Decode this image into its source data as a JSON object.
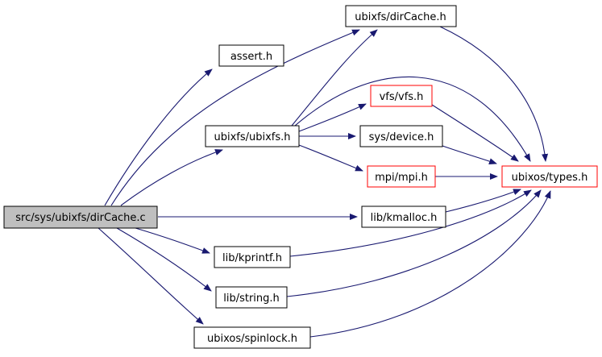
{
  "diagram": {
    "kind": "include-dependency-graph",
    "colors": {
      "edge": "#191970",
      "border": "#000000",
      "highlight": "#ff0000",
      "root_fill": "#bfbfbf",
      "fill": "#ffffff",
      "text": "#000000",
      "bg": "#ffffff"
    },
    "nodes": [
      {
        "id": "dircache_c",
        "label": "src/sys/ubixfs/dirCache.c",
        "style": "root"
      },
      {
        "id": "assert_h",
        "label": "assert.h",
        "style": "normal"
      },
      {
        "id": "dircache_h",
        "label": "ubixfs/dirCache.h",
        "style": "normal"
      },
      {
        "id": "vfs_h",
        "label": "vfs/vfs.h",
        "style": "highlight"
      },
      {
        "id": "ubixfs_h",
        "label": "ubixfs/ubixfs.h",
        "style": "normal"
      },
      {
        "id": "device_h",
        "label": "sys/device.h",
        "style": "normal"
      },
      {
        "id": "mpi_h",
        "label": "mpi/mpi.h",
        "style": "highlight"
      },
      {
        "id": "types_h",
        "label": "ubixos/types.h",
        "style": "highlight"
      },
      {
        "id": "kmalloc_h",
        "label": "lib/kmalloc.h",
        "style": "normal"
      },
      {
        "id": "kprintf_h",
        "label": "lib/kprintf.h",
        "style": "normal"
      },
      {
        "id": "string_h",
        "label": "lib/string.h",
        "style": "normal"
      },
      {
        "id": "spinlock_h",
        "label": "ubixos/spinlock.h",
        "style": "normal"
      }
    ],
    "edges": [
      {
        "from": "dircache_c",
        "to": "assert_h"
      },
      {
        "from": "dircache_c",
        "to": "dircache_h"
      },
      {
        "from": "dircache_c",
        "to": "ubixfs_h"
      },
      {
        "from": "dircache_c",
        "to": "kmalloc_h"
      },
      {
        "from": "dircache_c",
        "to": "kprintf_h"
      },
      {
        "from": "dircache_c",
        "to": "string_h"
      },
      {
        "from": "dircache_c",
        "to": "spinlock_h"
      },
      {
        "from": "ubixfs_h",
        "to": "dircache_h"
      },
      {
        "from": "ubixfs_h",
        "to": "vfs_h"
      },
      {
        "from": "ubixfs_h",
        "to": "device_h"
      },
      {
        "from": "ubixfs_h",
        "to": "mpi_h"
      },
      {
        "from": "ubixfs_h",
        "to": "types_h"
      },
      {
        "from": "dircache_h",
        "to": "types_h"
      },
      {
        "from": "vfs_h",
        "to": "types_h"
      },
      {
        "from": "device_h",
        "to": "types_h"
      },
      {
        "from": "mpi_h",
        "to": "types_h"
      },
      {
        "from": "kmalloc_h",
        "to": "types_h"
      },
      {
        "from": "kprintf_h",
        "to": "types_h"
      },
      {
        "from": "string_h",
        "to": "types_h"
      },
      {
        "from": "spinlock_h",
        "to": "types_h"
      }
    ]
  }
}
